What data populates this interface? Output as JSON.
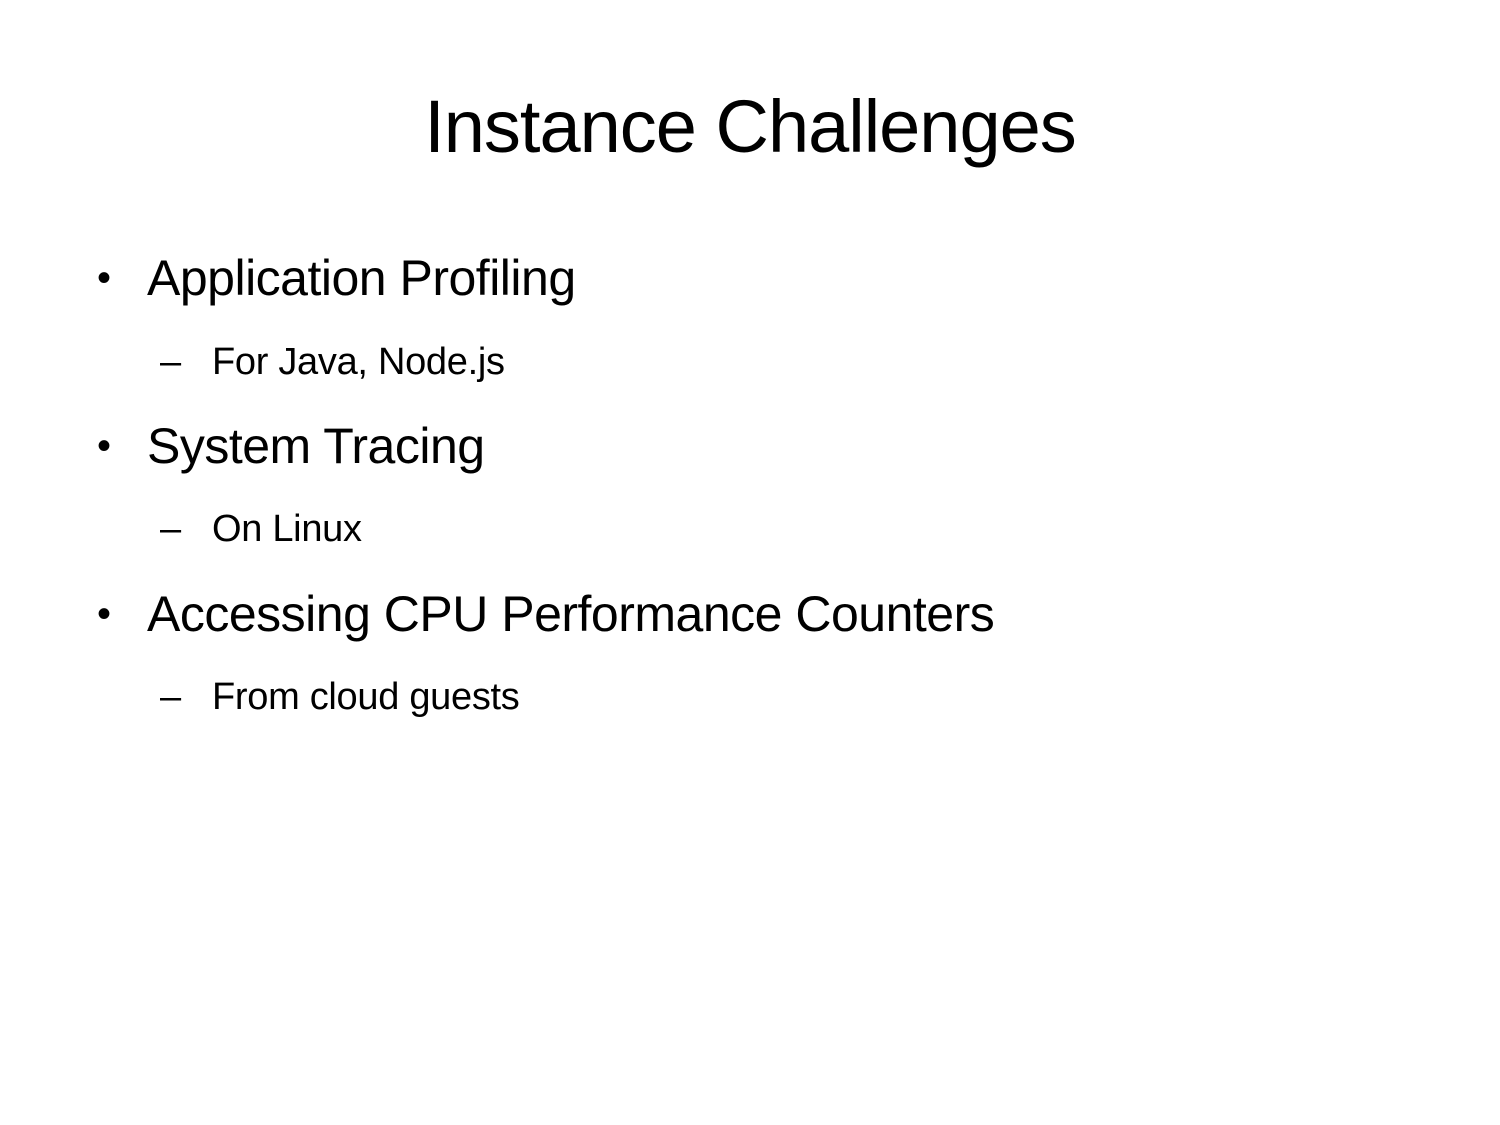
{
  "title": "Instance Challenges",
  "bullets": [
    {
      "text": "Application Profiling",
      "sub": "For Java, Node.js"
    },
    {
      "text": "System Tracing",
      "sub": "On Linux"
    },
    {
      "text": "Accessing CPU Performance Counters",
      "sub": "From cloud guests"
    }
  ],
  "symbols": {
    "bullet": "•",
    "dash": "–"
  }
}
